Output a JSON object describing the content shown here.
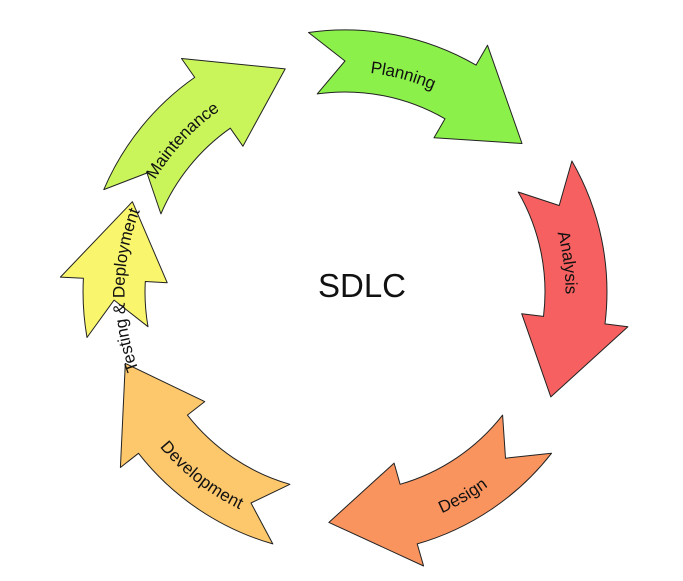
{
  "diagram": {
    "center_label": "SDLC",
    "stages": [
      {
        "label": "Maintenance",
        "color": "#c9f55a"
      },
      {
        "label": "Planning",
        "color": "#8cf04a"
      },
      {
        "label": "Analysis",
        "color": "#f66060"
      },
      {
        "label": "Design",
        "color": "#f9945f"
      },
      {
        "label": "Development",
        "color": "#fdc76b"
      },
      {
        "label": "Testing & Deployment",
        "color": "#f9f56c"
      }
    ]
  }
}
